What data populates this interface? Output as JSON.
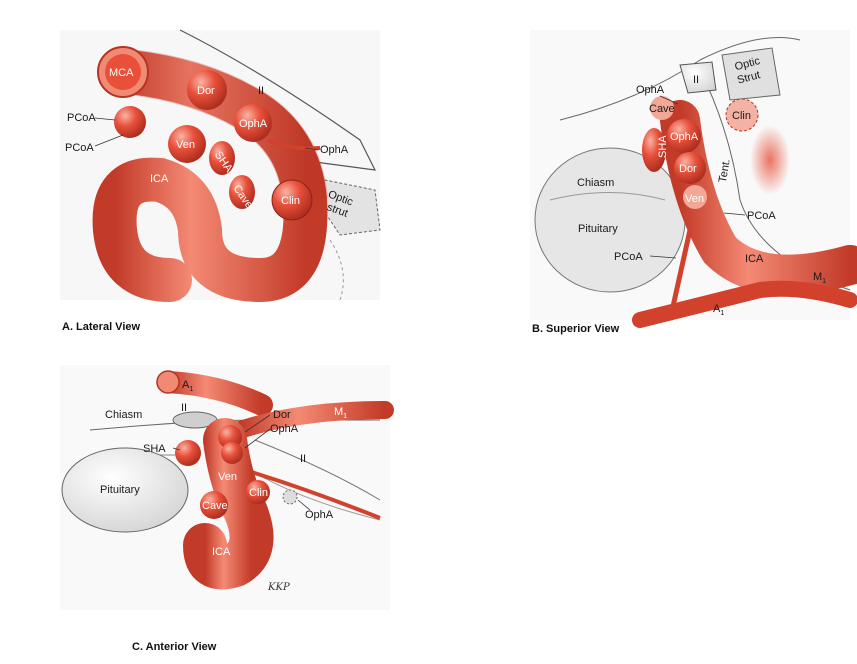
{
  "colors": {
    "artery": "#e8503a",
    "artery_dark": "#b83222",
    "artery_light": "#f7a08f",
    "line": "#333333",
    "bone": "#eeeeee"
  },
  "lateral": {
    "caption": "A. Lateral View",
    "labels": {
      "mca": "MCA",
      "dor": "Dor",
      "ii": "II",
      "pcoa1": "PCoA",
      "pcoa2": "PCoA",
      "opha_ring": "OphA",
      "opha": "OphA",
      "ven": "Ven",
      "sha": "SHA",
      "ica": "ICA",
      "cave": "Cave",
      "clin": "Clin",
      "optic": "Optic",
      "strut": "strut"
    }
  },
  "superior": {
    "caption": "B. Superior View",
    "labels": {
      "ii": "II",
      "optic": "Optic",
      "strut": "Strut",
      "opha_top": "OphA",
      "cave": "Cave",
      "clin": "Clin",
      "sha": "SHA",
      "opha": "OphA",
      "chiasm": "Chiasm",
      "dor": "Dor",
      "tent": "Tent.",
      "ven": "Ven",
      "pcoa_r": "PCoA",
      "pituitary": "Pituitary",
      "pcoa_l": "PCoA",
      "ica": "ICA",
      "m1": "M",
      "m1_sub": "1",
      "a1": "A",
      "a1_sub": "1"
    }
  },
  "anterior": {
    "caption": "C. Anterior View",
    "labels": {
      "a1": "A",
      "a1_sub": "1",
      "chiasm": "Chiasm",
      "ii": "II",
      "dor": "Dor",
      "m1": "M",
      "m1_sub": "1",
      "opha_top": "OphA",
      "sha": "SHA",
      "ii_right": "II",
      "ven": "Ven",
      "pituitary": "Pituitary",
      "clin": "Clin",
      "cave": "Cave",
      "opha": "OphA",
      "ica": "ICA",
      "signature": "KKP"
    }
  }
}
